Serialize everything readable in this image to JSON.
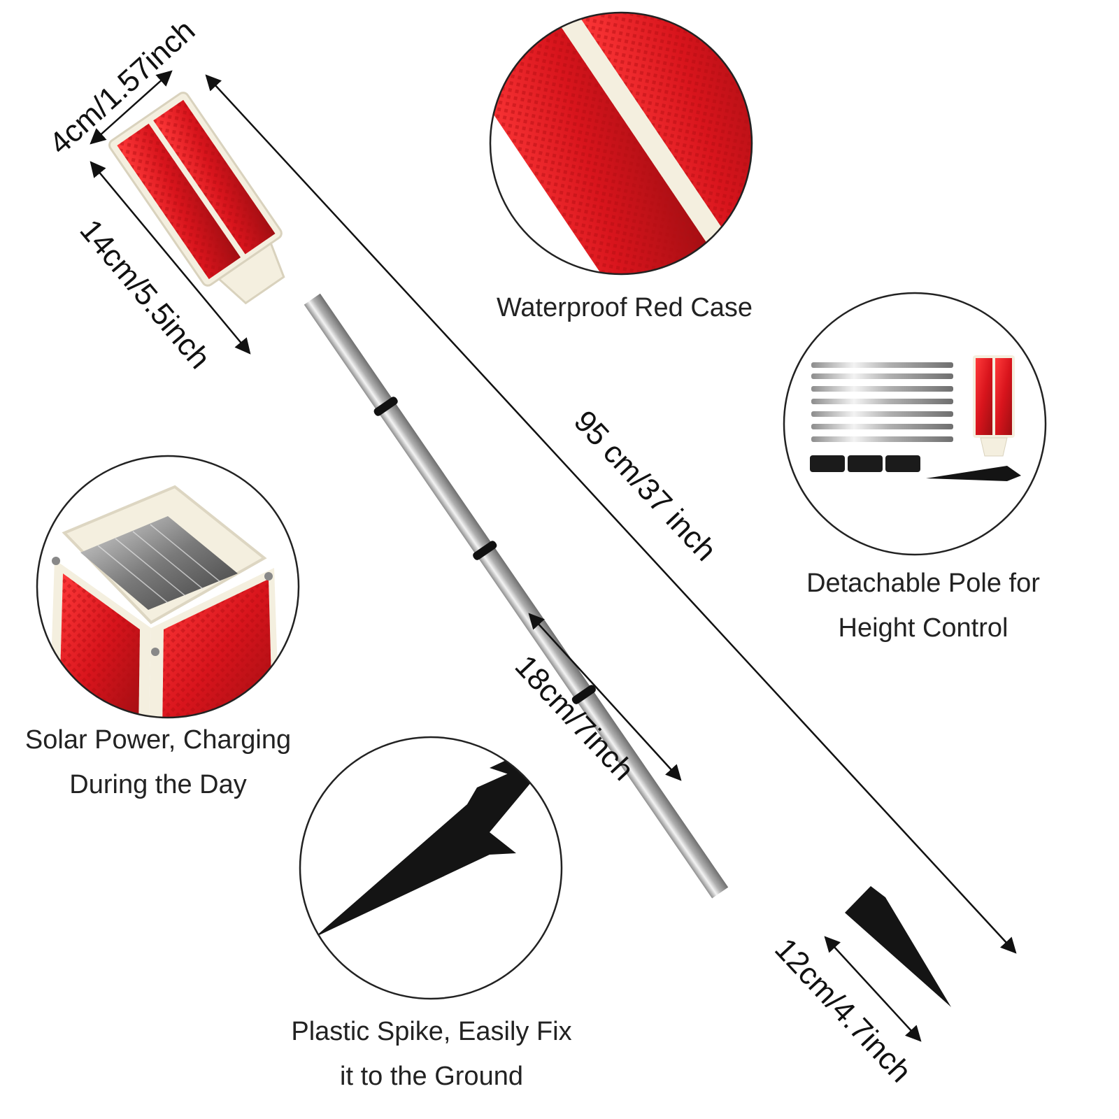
{
  "captions": {
    "waterproof": "Waterproof Red Case",
    "detachable_line1": "Detachable Pole for",
    "detachable_line2": "Height Control",
    "solar_line1": "Solar Power, Charging",
    "solar_line2": "During the Day",
    "spike_line1": "Plastic Spike, Easily Fix",
    "spike_line2": "it to the Ground"
  },
  "dimensions": {
    "width": "4cm/1.57inch",
    "head_length": "14cm/5.5inch",
    "total_length": "95 cm/37 inch",
    "segment_length": "18cm/7inch",
    "spike_length": "12cm/4.7inch"
  },
  "colors": {
    "reflector_red": "#d8141c",
    "case_cream": "#f4efdf",
    "pole_silver": "#c9c9c9",
    "ring_black": "#111111",
    "spike_black": "#141414",
    "arrow_line": "#111111"
  }
}
